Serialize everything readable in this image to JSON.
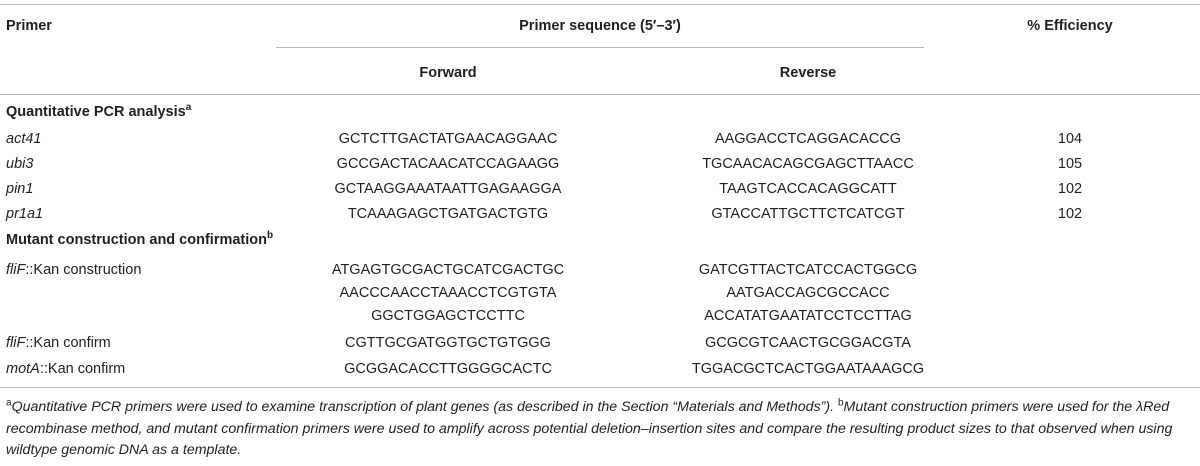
{
  "header": {
    "primer": "Primer",
    "sequence": "Primer sequence (5′–3′)",
    "efficiency": "% Efficiency",
    "forward": "Forward",
    "reverse": "Reverse"
  },
  "sections": [
    {
      "title": "Quantitative PCR analysis",
      "mark": "a",
      "rows": [
        {
          "name": "act41",
          "forward": [
            "GCTCTTGACTATGAACAGGAAC"
          ],
          "reverse": [
            "AAGGACCTCAGGACACCG"
          ],
          "efficiency": "104"
        },
        {
          "name": "ubi3",
          "forward": [
            "GCCGACTACAACATCCAGAAGG"
          ],
          "reverse": [
            "TGCAACACAGCGAGCTTAACC"
          ],
          "efficiency": "105"
        },
        {
          "name": "pin1",
          "forward": [
            "GCTAAGGAAATAATTGAGAAGGA"
          ],
          "reverse": [
            "TAAGTCACCACAGGCATT"
          ],
          "efficiency": "102"
        },
        {
          "name": "pr1a1",
          "forward": [
            "TCAAAGAGCTGATGACTGTG"
          ],
          "reverse": [
            "GTACCATTGCTTCTCATCGT"
          ],
          "efficiency": "102"
        }
      ]
    },
    {
      "title": "Mutant construction and confirmation",
      "mark": "b",
      "rows": [
        {
          "gene": "fliF",
          "suffix": "::Kan construction",
          "forward": [
            "ATGAGTGCGACTGCATCGACTGC",
            "AACCCAACCTAAACCTCGTGTA",
            "GGCTGGAGCTCCTTC"
          ],
          "reverse": [
            "GATCGTTACTCATCCACTGGCG",
            "AATGACCAGCGCCACC",
            "ACCATATGAATATCCTCCTTAG"
          ],
          "efficiency": ""
        },
        {
          "gene": "fliF",
          "suffix": "::Kan confirm",
          "forward": [
            "CGTTGCGATGGTGCTGTGGG"
          ],
          "reverse": [
            "GCGCGTCAACTGCGGACGTA"
          ],
          "efficiency": ""
        },
        {
          "gene": "motA",
          "suffix": "::Kan confirm",
          "forward": [
            "GCGGACACCTTGGGGCACTC"
          ],
          "reverse": [
            "TGGACGCTCACTGGAATAAAGCG"
          ],
          "efficiency": ""
        }
      ]
    }
  ],
  "footnote": {
    "a_mark": "a",
    "a_text": "Quantitative PCR primers were used to examine transcription of plant genes (as described in the Section “Materials and Methods”). ",
    "b_mark": "b",
    "b_text": "Mutant construction primers were used for the λRed recombinase method, and mutant confirmation primers were used to amplify across potential deletion–insertion sites and compare the resulting product sizes to that observed when using wildtype genomic DNA as a template."
  }
}
